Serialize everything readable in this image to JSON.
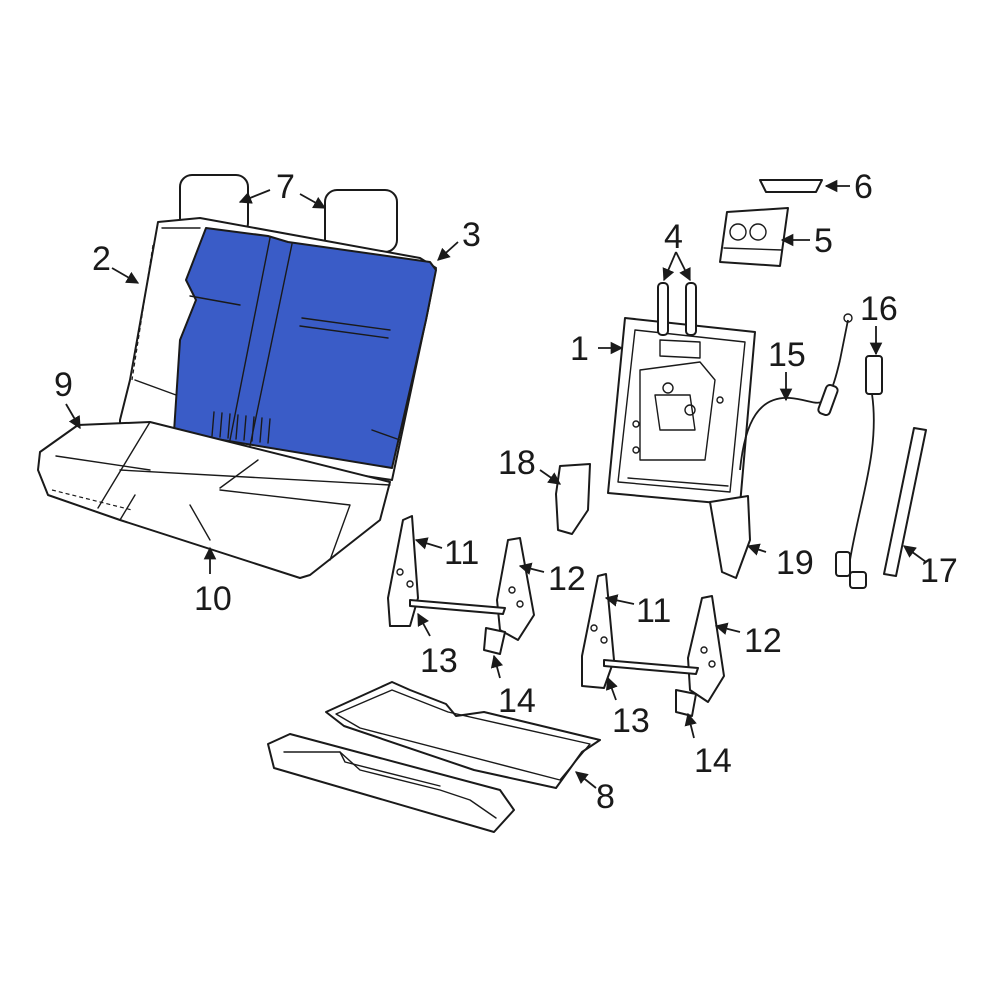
{
  "diagram": {
    "highlight_color": "#3a5cc7",
    "callouts": {
      "c1": "1",
      "c2": "2",
      "c3": "3",
      "c4": "4",
      "c5": "5",
      "c6": "6",
      "c7": "7",
      "c8": "8",
      "c9": "9",
      "c10": "10",
      "c11a": "11",
      "c11b": "11",
      "c12a": "12",
      "c12b": "12",
      "c13a": "13",
      "c13b": "13",
      "c14a": "14",
      "c14b": "14",
      "c15": "15",
      "c16": "16",
      "c17": "17",
      "c18": "18",
      "c19": "19"
    }
  }
}
